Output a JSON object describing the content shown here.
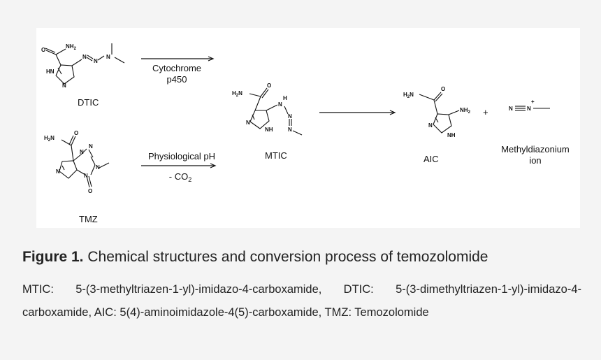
{
  "figure": {
    "labels": {
      "dtic": "DTIC",
      "tmz": "TMZ",
      "mtic": "MTIC",
      "aic": "AIC",
      "methyldiazonium_line1": "Methyldiazonium",
      "methyldiazonium_line2": "ion",
      "plus": "+"
    },
    "arrows": {
      "top_line1": "Cytochrome",
      "top_line2": "p450",
      "bottom_line1": "Physiological pH",
      "bottom_line2_prefix": "- CO",
      "bottom_line2_sub": "2"
    },
    "atoms": {
      "nh2": "NH",
      "nh2_sub": "2",
      "h2n_h": "H",
      "h2n_sub": "2",
      "h2n_n": "N",
      "o": "O",
      "n": "N",
      "hn": "HN",
      "nh": "NH",
      "h": "H"
    }
  },
  "caption": {
    "label": "Figure 1.",
    "text": "Chemical structures and conversion process of temozolomide"
  },
  "legend": "MTIC: 5-(3-methyltriazen-1-yl)-imidazo-4-carboxamide, DTIC: 5-(3-dimethyltriazen-1-yl)-imidazo-4-carboxamide, AIC: 5(4)-aminoimidazole-4(5)-carboxamide, TMZ: Temozolomide"
}
